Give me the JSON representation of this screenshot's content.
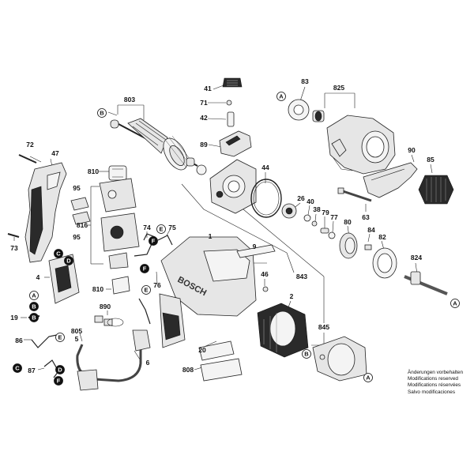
{
  "part_labels": [
    {
      "id": "p83",
      "text": "83"
    },
    {
      "id": "p825",
      "text": "825"
    },
    {
      "id": "p41",
      "text": "41"
    },
    {
      "id": "p71",
      "text": "71"
    },
    {
      "id": "p42",
      "text": "42"
    },
    {
      "id": "p803",
      "text": "803"
    },
    {
      "id": "p89",
      "text": "89"
    },
    {
      "id": "p72",
      "text": "72"
    },
    {
      "id": "p47",
      "text": "47"
    },
    {
      "id": "p810a",
      "text": "810"
    },
    {
      "id": "p95a",
      "text": "95"
    },
    {
      "id": "p95b",
      "text": "95"
    },
    {
      "id": "p73",
      "text": "73"
    },
    {
      "id": "p816",
      "text": "816"
    },
    {
      "id": "p4",
      "text": "4"
    },
    {
      "id": "p44",
      "text": "44"
    },
    {
      "id": "p26",
      "text": "26"
    },
    {
      "id": "p40",
      "text": "40"
    },
    {
      "id": "p38",
      "text": "38"
    },
    {
      "id": "p79",
      "text": "79"
    },
    {
      "id": "p77",
      "text": "77"
    },
    {
      "id": "p80",
      "text": "80"
    },
    {
      "id": "p63",
      "text": "63"
    },
    {
      "id": "p90",
      "text": "90"
    },
    {
      "id": "p85",
      "text": "85"
    },
    {
      "id": "p84",
      "text": "84"
    },
    {
      "id": "p82",
      "text": "82"
    },
    {
      "id": "p824",
      "text": "824"
    },
    {
      "id": "p74",
      "text": "74"
    },
    {
      "id": "p75",
      "text": "75"
    },
    {
      "id": "p1",
      "text": "1"
    },
    {
      "id": "p9",
      "text": "9"
    },
    {
      "id": "p843",
      "text": "843"
    },
    {
      "id": "p46",
      "text": "46"
    },
    {
      "id": "p76",
      "text": "76"
    },
    {
      "id": "p810b",
      "text": "810"
    },
    {
      "id": "p890",
      "text": "890"
    },
    {
      "id": "p2",
      "text": "2"
    },
    {
      "id": "p19",
      "text": "19"
    },
    {
      "id": "p805",
      "text": "805"
    },
    {
      "id": "p5",
      "text": "5"
    },
    {
      "id": "p86",
      "text": "86"
    },
    {
      "id": "p6",
      "text": "6"
    },
    {
      "id": "p20",
      "text": "20"
    },
    {
      "id": "p845",
      "text": "845"
    },
    {
      "id": "p87",
      "text": "87"
    },
    {
      "id": "p808",
      "text": "808"
    }
  ],
  "callouts": [
    {
      "id": "cA1",
      "text": "A"
    },
    {
      "id": "cB1",
      "text": "B"
    },
    {
      "id": "cE1",
      "text": "E"
    },
    {
      "id": "cF1",
      "text": "F"
    },
    {
      "id": "cC1",
      "text": "C"
    },
    {
      "id": "cD1",
      "text": "D"
    },
    {
      "id": "cA2",
      "text": "A"
    },
    {
      "id": "cB2",
      "text": "B"
    },
    {
      "id": "cE2",
      "text": "E"
    },
    {
      "id": "cF2",
      "text": "F"
    },
    {
      "id": "cB3",
      "text": "B"
    },
    {
      "id": "cA3",
      "text": "A"
    },
    {
      "id": "cA4",
      "text": "A"
    },
    {
      "id": "cB4",
      "text": "B"
    },
    {
      "id": "cE3",
      "text": "E"
    },
    {
      "id": "cC2",
      "text": "C"
    },
    {
      "id": "cD2",
      "text": "D"
    },
    {
      "id": "cF3",
      "text": "F"
    }
  ],
  "brand_on_housing": "BOSCH",
  "notes": [
    "Änderungen vorbehalten",
    "Modifications reserved",
    "Modifications réservées",
    "Salvo modificaciones"
  ]
}
